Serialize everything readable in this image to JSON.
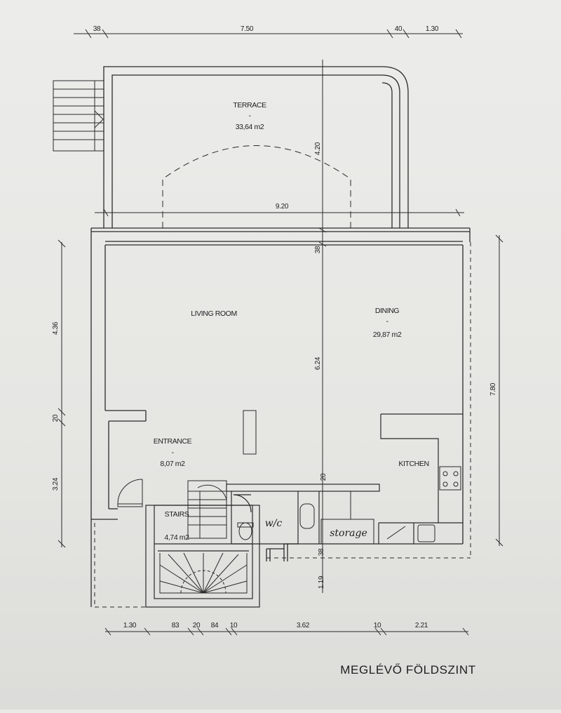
{
  "sheet_title": "MEGLÉVŐ FÖLDSZINT",
  "rooms": {
    "terrace": {
      "name": "TERRACE",
      "sep": "-",
      "area": "33,64 m2"
    },
    "living": {
      "name": "LIVING ROOM"
    },
    "dining": {
      "name": "DINING",
      "sep": "-",
      "area": "29,87 m2"
    },
    "entrance": {
      "name": "ENTRANCE",
      "sep": "-",
      "area": "8,07 m2"
    },
    "kitchen": {
      "name": "KITCHEN"
    },
    "stairs": {
      "name": "STAIRS",
      "area": "4,74 m2"
    },
    "wc": {
      "name": "w/c"
    },
    "storage": {
      "name": "storage"
    }
  },
  "dimensions": {
    "top": [
      "38",
      "7.50",
      "40",
      "1.30"
    ],
    "terrace_depth": "4.20",
    "terrace_width": "9.20",
    "wall_38": "38",
    "inner_height": "6.24",
    "wall_20": "20",
    "wall_38_bottom": "38",
    "stair_ext": "1.19",
    "left": [
      "4.36",
      "20",
      "3.24"
    ],
    "right": "7.80",
    "bottom": [
      "1.30",
      "83",
      "20",
      "84",
      "10",
      "3.62",
      "10",
      "2.21"
    ]
  }
}
